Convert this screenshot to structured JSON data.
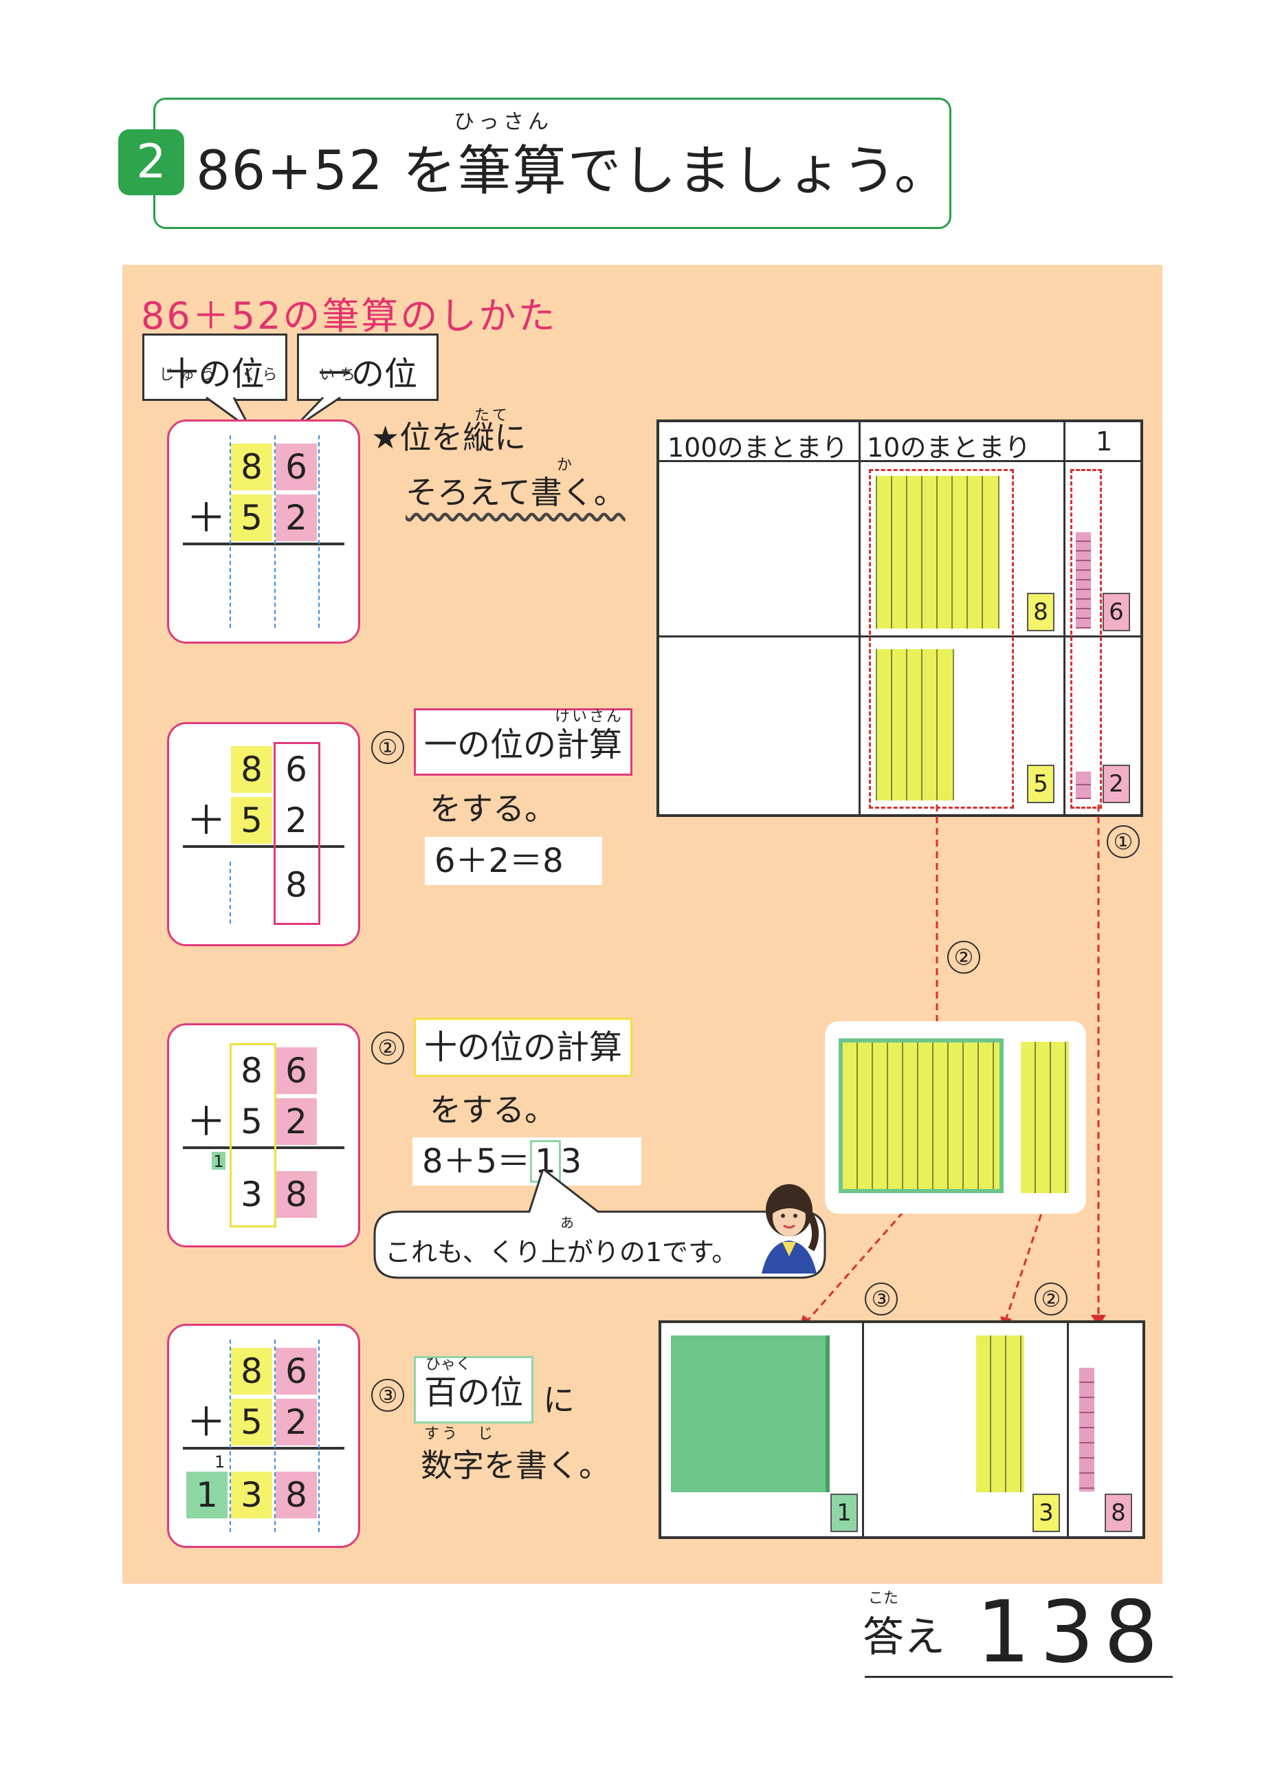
{
  "header": {
    "number": "2",
    "problem": "86+52 を筆算でしましょう。",
    "ruby": "ひっさん"
  },
  "panel": {
    "title": "86＋52の筆算のしかた"
  },
  "labels": {
    "tens": "十の位",
    "tens_ruby": "じゅう　くらい",
    "ones": "一の位",
    "ones_ruby": "いち"
  },
  "intro": {
    "line1": "★位を縦に",
    "line2": "そろえて書く。",
    "ruby_tate": "たて",
    "ruby_ka": "か"
  },
  "step1": {
    "num": "①",
    "box": "一の位の計算",
    "ruby": "けいさん",
    "suffix": "をする。",
    "eq": "6＋2＝8"
  },
  "step2": {
    "num": "②",
    "box": "十の位の計算",
    "suffix": "をする。",
    "eq_a": "8＋5＝",
    "eq_b": "1",
    "eq_c": "3"
  },
  "speech": {
    "text": "これも、くり上がりの1です。",
    "ruby": "あ"
  },
  "step3": {
    "num": "③",
    "box": "百の位",
    "box_ruby": "ひゃく",
    "suffix": "に",
    "line2": "数字を書く。",
    "line2_ruby": "すう　じ"
  },
  "digits": {
    "top_t": "8",
    "top_o": "6",
    "bot_t": "5",
    "bot_o": "2",
    "plus": "＋",
    "carry": "1",
    "r1_o": "8",
    "r2_t": "3",
    "r2_o": "8",
    "r3_h": "1",
    "r3_t": "3",
    "r3_o": "8"
  },
  "table": {
    "h_hundreds": "100のまとまり",
    "h_tens": "10のまとまり",
    "h_ones": "1",
    "tag_8": "8",
    "tag_6": "6",
    "tag_5": "5",
    "tag_2": "2",
    "tag_1": "1",
    "tag_3": "3",
    "tag_8b": "8"
  },
  "markers": {
    "m1": "①",
    "m2": "②",
    "m3": "③",
    "m2b": "②"
  },
  "answer": {
    "label": "答え",
    "ruby": "こた",
    "value": "138"
  },
  "colors": {
    "green": "#2ea54d",
    "pink": "#e03a79",
    "yellow": "#f4f36a",
    "tens_rod": "#eaf05a",
    "hundred": "#6cc68a",
    "ones_cube": "#e59fc1",
    "panel": "#fdd5aa"
  }
}
